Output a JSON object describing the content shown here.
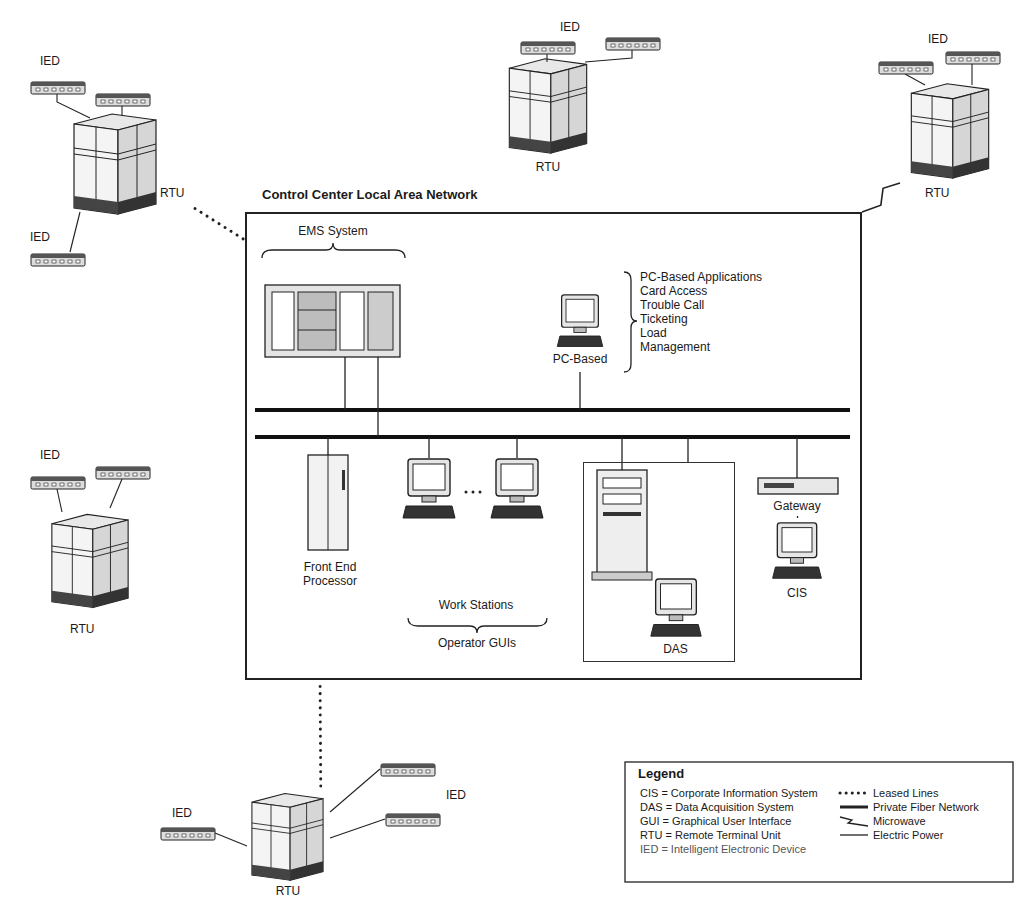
{
  "diagram": {
    "nodes": [
      {
        "text": [
          "Control Center Local Area Network"
        ]
      },
      {
        "text": [
          "EMS System"
        ],
        "in": 0
      },
      {
        "text": [
          "PC-Based"
        ],
        "in": 0
      },
      {
        "text": [
          "Front End Processor"
        ],
        "in": 0
      },
      {
        "text": [
          "Work Stations"
        ],
        "in": 0
      },
      {
        "text": [
          "DAS"
        ],
        "in": 0
      },
      {
        "text": [
          "Gateway"
        ],
        "in": 0
      },
      {
        "text": [
          "CIS"
        ],
        "in": 0
      },
      {
        "text": [
          "RTU"
        ]
      },
      {
        "text": [
          "RTU"
        ]
      },
      {
        "text": [
          "RTU"
        ]
      },
      {
        "text": [
          "RTU"
        ]
      },
      {
        "text": [
          "RTU"
        ]
      }
    ],
    "edges": [
      {
        "from": 8,
        "to": 0,
        "arrow": "none"
      },
      {
        "from": 10,
        "to": 0,
        "arrow": "none"
      },
      {
        "from": 12,
        "to": 0,
        "arrow": "none"
      },
      {
        "from": 6,
        "to": 7,
        "arrow": "none"
      }
    ],
    "labels": [
      "IED",
      "IED",
      "IED",
      "IED",
      "IED",
      "IED",
      "IED",
      "PC-Based Applications",
      "Card Access",
      "Trouble Call",
      "Ticketing",
      "Load Management",
      "Operator GUIs",
      "Legend"
    ],
    "legend": [
      {
        "text": "CIS = Corporate Information System"
      },
      {
        "text": "DAS = Data Acquisition System"
      },
      {
        "text": "GUI = Graphical User Interface"
      },
      {
        "text": "RTU = Remote Terminal Unit"
      },
      {
        "text": "IED = Intelligent Electronic Device"
      },
      {
        "text": "Leased Lines"
      },
      {
        "text": "Private Fiber Network"
      },
      {
        "text": "Microwave"
      },
      {
        "text": "Electric Power"
      }
    ]
  }
}
